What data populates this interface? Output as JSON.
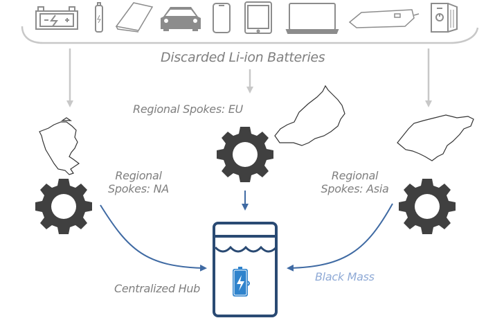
{
  "title": "Discarded Li-ion Batteries",
  "devices": [
    {
      "name": "car-battery",
      "icon": "car-battery-icon"
    },
    {
      "name": "cylindrical-cell",
      "icon": "cylindrical-cell-icon"
    },
    {
      "name": "power-bank",
      "icon": "power-bank-icon"
    },
    {
      "name": "electric-car",
      "icon": "electric-car-icon"
    },
    {
      "name": "smartphone",
      "icon": "smartphone-icon"
    },
    {
      "name": "tablet",
      "icon": "tablet-icon"
    },
    {
      "name": "laptop",
      "icon": "laptop-icon"
    },
    {
      "name": "portable-charger",
      "icon": "portable-charger-icon"
    },
    {
      "name": "ups",
      "icon": "ups-icon"
    }
  ],
  "spokes": {
    "eu": {
      "label": "Regional Spokes: EU",
      "map": "europe-map-icon"
    },
    "na": {
      "line1": "Regional",
      "line2": "Spokes: NA",
      "map": "north-america-map-icon"
    },
    "asia": {
      "line1": "Regional",
      "line2": "Spokes: Asia",
      "map": "asia-map-icon"
    }
  },
  "hub": {
    "label": "Centralized Hub",
    "icon": "recycling-tank-icon"
  },
  "flow_label": "Black Mass",
  "colors": {
    "gray_line": "#c8c8c8",
    "device_stroke": "#8c8c8c",
    "gear": "#404040",
    "blue_arrow": "#3f6aa3",
    "hub_navy": "#2a4a73",
    "battery_blue": "#2f83cc",
    "black_mass_text": "#8faad6",
    "label_gray": "#7f7f7f"
  }
}
